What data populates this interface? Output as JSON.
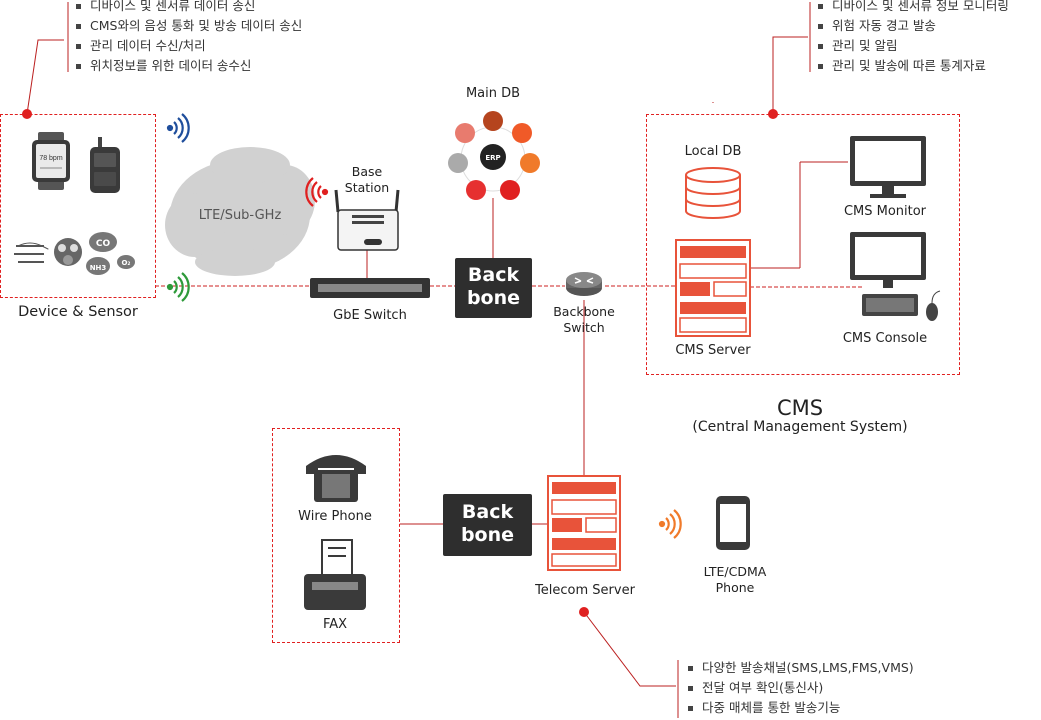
{
  "device_notes": [
    "디바이스 및 센서류 데이터 송신",
    "CMS와의 음성 통화 및 방송 데이터 송신",
    "관리 데이터 수신/처리",
    "위치정보를 위한 데이터 송수신"
  ],
  "cms_notes": [
    "디바이스 및 센서류 정보 모니터링",
    "위험 자동 경고 발송",
    "관리 및 알림",
    "관리 및 발송에 따른 통계자료"
  ],
  "telecom_notes": [
    "다양한 발송채널(SMS,LMS,FMS,VMS)",
    "전달 여부 확인(통신사)",
    "다중 매체를 통한 발송기능"
  ],
  "labels": {
    "device_sensor": "Device & Sensor",
    "lte_cloud": "LTE/Sub-GHz",
    "base_station": "Base\nStation",
    "gbe_switch": "GbE Switch",
    "main_db": "Main DB",
    "erp": "ERP",
    "backbone_top": "Back\nbone",
    "backbone_switch": "Backbone\nSwitch",
    "local_db": "Local DB",
    "cms_server": "CMS Server",
    "cms_monitor": "CMS Monitor",
    "cms_console": "CMS Console",
    "cms_title": "CMS",
    "cms_subtitle": "(Central Management System)",
    "wire_phone": "Wire Phone",
    "fax": "FAX",
    "backbone_bottom": "Back\nbone",
    "telecom_server": "Telecom Server",
    "lte_phone": "LTE/CDMA\nPhone",
    "gas_co": "CO",
    "gas_nh3": "NH3",
    "gas_o2": "O₂",
    "watch_text": "78 bpm"
  },
  "colors": {
    "accent": "#e02020",
    "dark": "#2e2e2e",
    "server": "#e8533a",
    "wifi_blue": "#1f4e9c",
    "wifi_green": "#2e9a3a",
    "wifi_orange": "#f07a2a"
  }
}
